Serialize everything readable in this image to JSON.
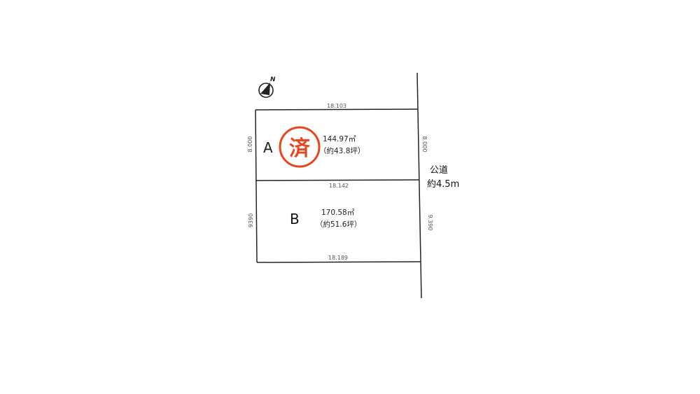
{
  "compass": {
    "label": "N"
  },
  "lots": [
    {
      "name": "A",
      "area_m2": "144.97㎡",
      "area_tsubo": "（約43.8坪）",
      "stamp": "済"
    },
    {
      "name": "B",
      "area_m2": "170.58㎡",
      "area_tsubo": "（約51.6坪）"
    }
  ],
  "dimensions": {
    "top": "18.103",
    "middle": "18.142",
    "bottom": "18.189",
    "a_left": "8.000",
    "a_right": "8.000",
    "b_left": "9390",
    "b_right": "9.390"
  },
  "road": {
    "label": "公道",
    "width": "約4.5m"
  },
  "colors": {
    "stamp": "#e8461e",
    "line": "#222222"
  }
}
